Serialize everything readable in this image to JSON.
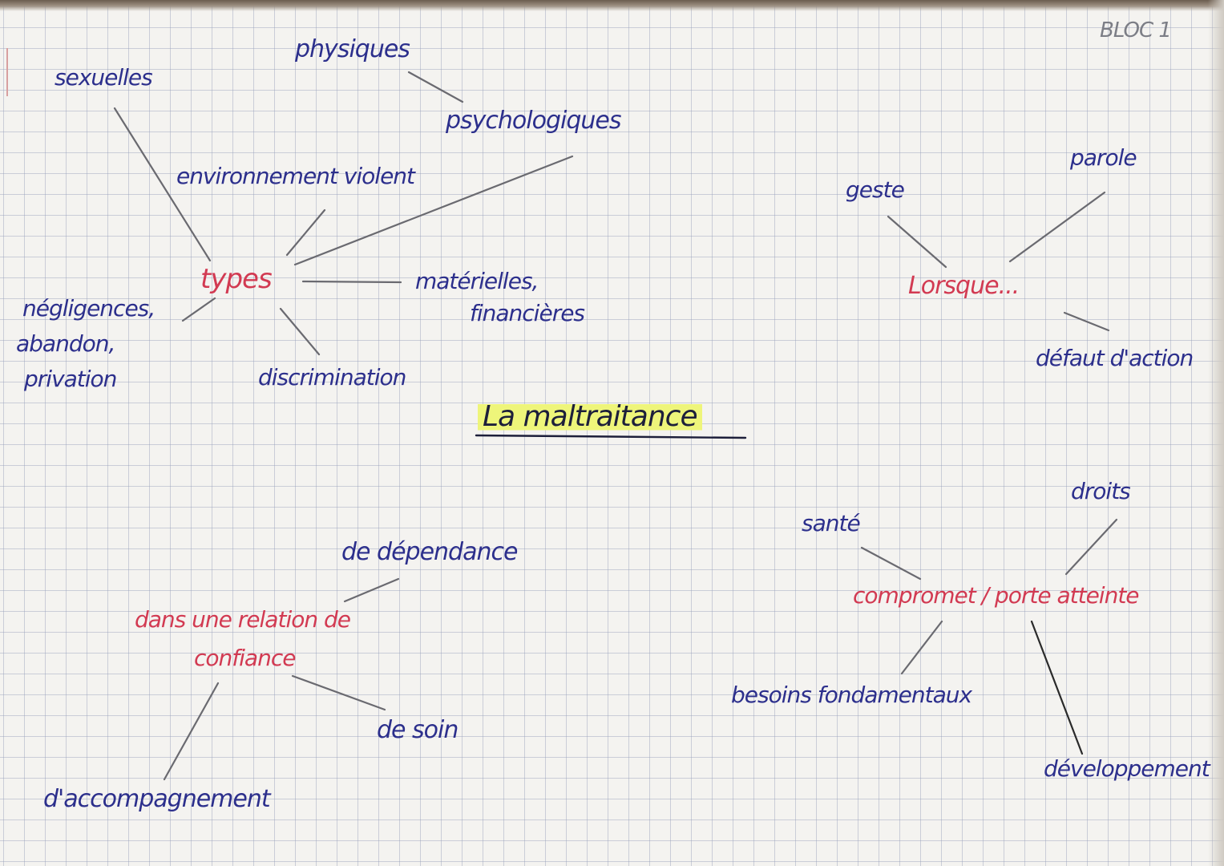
{
  "corner_label": "BLOC 1",
  "title": "La maltraitance",
  "colors": {
    "ink_blue": "#2c2f8c",
    "ink_red": "#d23a52",
    "highlight": "#eef57a",
    "grid": "#969fb9"
  },
  "types": {
    "center": "types",
    "sexuelles": "sexuelles",
    "physiques": "physiques",
    "psychologiques": "psychologiques",
    "environnement": "environnement violent",
    "materielles_1": "matérielles,",
    "materielles_2": "financières",
    "negligences_1": "négligences,",
    "negligences_2": "abandon,",
    "negligences_3": "privation",
    "discrimination": "discrimination"
  },
  "lorsque": {
    "center": "Lorsque...",
    "geste": "geste",
    "parole": "parole",
    "defaut": "défaut d'action"
  },
  "relation": {
    "center_1": "dans une relation de",
    "center_2": "confiance",
    "dependance": "de dépendance",
    "soin": "de soin",
    "accompagnement": "d'accompagnement"
  },
  "atteinte": {
    "center": "compromet / porte atteinte",
    "sante": "santé",
    "droits": "droits",
    "besoins": "besoins fondamentaux",
    "developpement": "développement"
  }
}
